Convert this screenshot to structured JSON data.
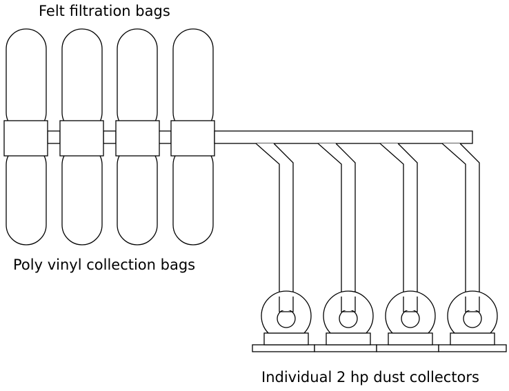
{
  "labels": {
    "felt_bags": "Felt filtration bags",
    "poly_bags": "Poly vinyl collection bags",
    "dust_collectors": "Individual 2 hp dust collectors"
  },
  "colors": {
    "stroke": "#000000",
    "background": "#ffffff"
  },
  "counts": {
    "bag_assemblies": 4,
    "dust_collectors": 4
  }
}
